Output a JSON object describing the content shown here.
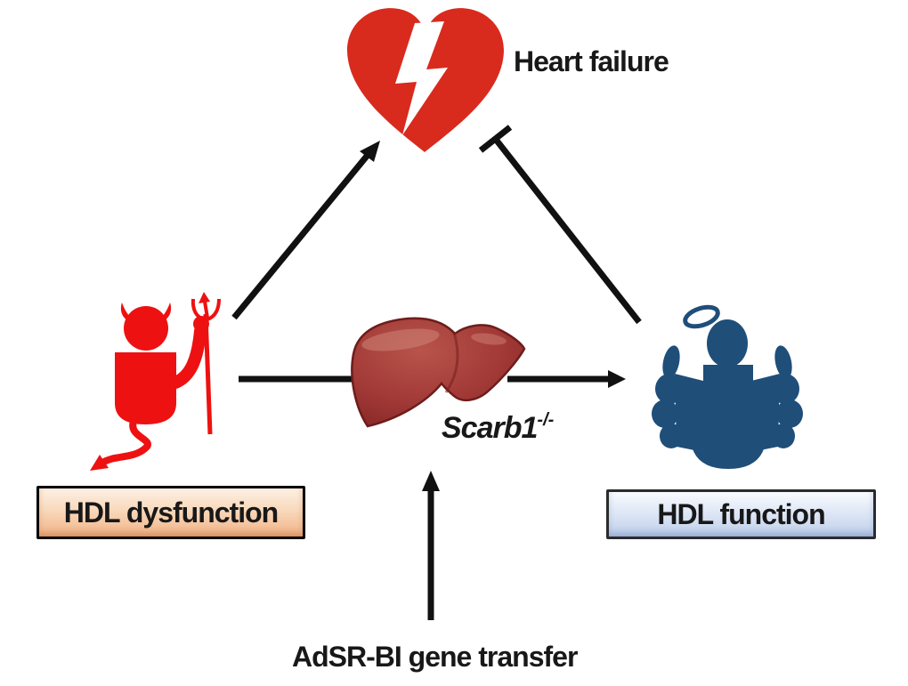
{
  "figure_type": "scientific pathway diagram",
  "labels": {
    "heart_failure": "Heart failure",
    "scarb1_base": "Scarb1",
    "scarb1_sup": "-/-",
    "hdl_dysfunction": "HDL dysfunction",
    "hdl_function": "HDL function",
    "gene_transfer": "AdSR-BI gene transfer"
  },
  "icons": [
    {
      "name": "heart-failure-icon",
      "glyph": "red heart with white lightning bolt"
    },
    {
      "name": "devil-icon",
      "glyph": "red devil silhouette with horns, pitchfork and arrow-tipped tail"
    },
    {
      "name": "angel-icon",
      "glyph": "dark blue angel silhouette with halo and wings"
    },
    {
      "name": "liver-icon",
      "glyph": "dark red liver illustration"
    }
  ],
  "edges": [
    {
      "from": "HDL dysfunction (devil)",
      "to": "Heart failure",
      "style": "arrow",
      "meaning": "promotes"
    },
    {
      "from": "HDL function (angel)",
      "to": "Heart failure",
      "style": "blunt T-bar",
      "meaning": "inhibits"
    },
    {
      "from": "HDL dysfunction (devil)",
      "to": "Scarb1-/- liver",
      "style": "line"
    },
    {
      "from": "Scarb1-/- liver",
      "to": "HDL function (angel)",
      "style": "arrow"
    },
    {
      "from": "AdSR-BI gene transfer",
      "to": "Scarb1-/- liver",
      "style": "arrow"
    }
  ],
  "colors": {
    "background": "#ffffff",
    "heart_red": "#d92a1e",
    "devil_red": "#ee1111",
    "angel_blue": "#1f4e79",
    "liver_main": "#a23a37",
    "liver_dark": "#6d1d1c",
    "arrow_black": "#111111",
    "text_black": "#181818",
    "dysfunction_box_top": "#fdf0e4",
    "dysfunction_box_bottom": "#f2b98f",
    "function_box_top": "#f9fbfe",
    "function_box_bottom": "#c3d2ec"
  }
}
